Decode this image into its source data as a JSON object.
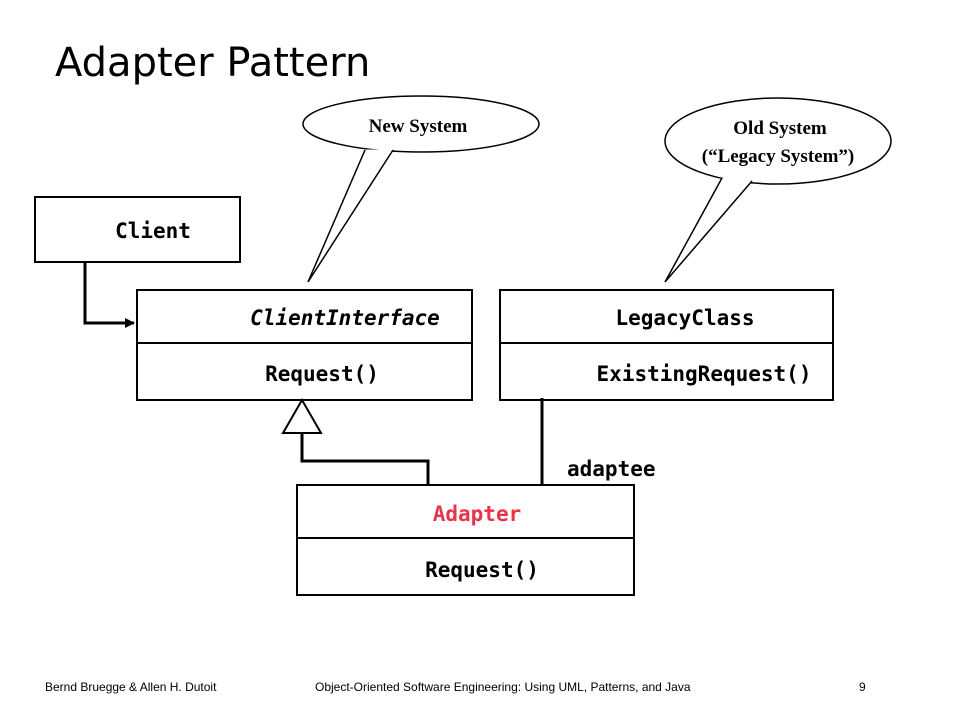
{
  "title": "Adapter Pattern",
  "callouts": {
    "new_system": "New System",
    "old_system_line1": "Old System",
    "old_system_line2": "(“Legacy System”)"
  },
  "classes": {
    "client": {
      "name": "Client"
    },
    "client_interface": {
      "name": "ClientInterface",
      "operation": "Request()"
    },
    "legacy_class": {
      "name": "LegacyClass",
      "operation": "ExistingRequest()"
    },
    "adapter": {
      "name": "Adapter",
      "operation": "Request()"
    }
  },
  "association_label": "adaptee",
  "footer": {
    "authors": "Bernd Bruegge & Allen H. Dutoit",
    "book": "Object-Oriented Software Engineering: Using UML, Patterns, and Java",
    "page": "9"
  },
  "colors": {
    "adapter_name": "#e8334a",
    "line": "#000000"
  }
}
